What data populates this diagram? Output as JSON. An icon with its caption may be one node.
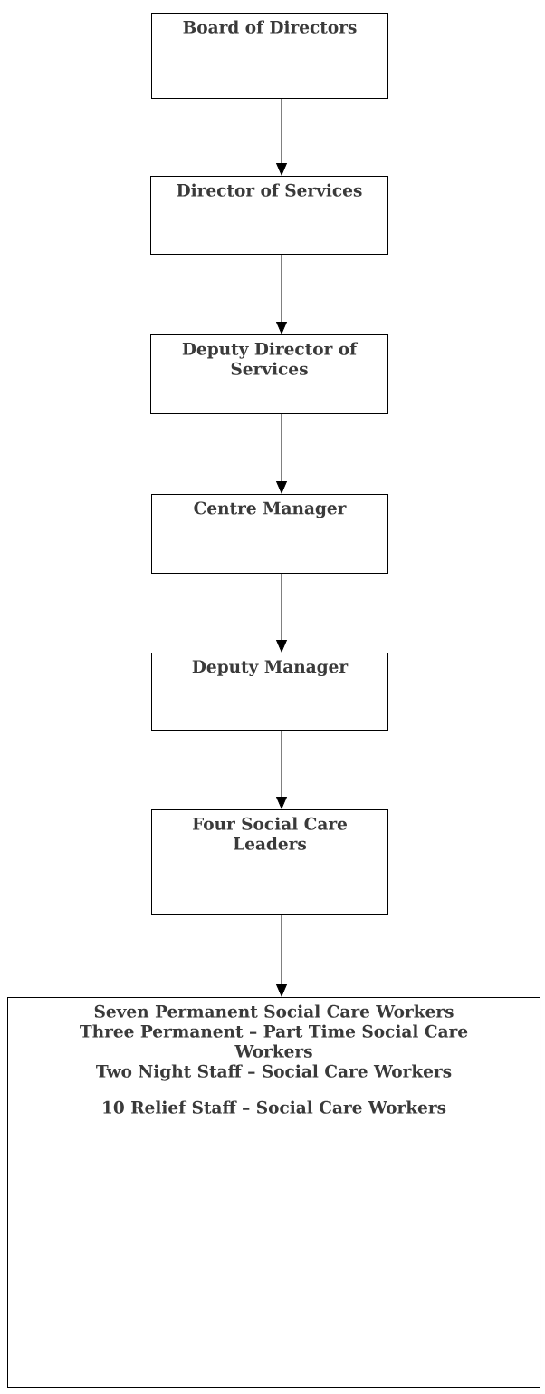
{
  "diagram": {
    "nodes": [
      {
        "text": [
          "Board of Directors"
        ]
      },
      {
        "text": [
          "Director of Services"
        ]
      },
      {
        "text": [
          "Deputy Director of Services"
        ]
      },
      {
        "text": [
          "Centre Manager"
        ]
      },
      {
        "text": [
          "Deputy Manager"
        ]
      },
      {
        "text": [
          "Four Social Care Leaders"
        ]
      },
      {
        "text": [
          "Seven Permanent Social Care Workers",
          "Three Permanent – Part Time Social Care Workers",
          "Two Night Staff – Social Care Workers",
          "10 Relief Staff – Social Care Workers"
        ]
      }
    ],
    "edges": [
      {
        "from": 0,
        "to": 1,
        "arrow": "to"
      },
      {
        "from": 1,
        "to": 2,
        "arrow": "to"
      },
      {
        "from": 2,
        "to": 3,
        "arrow": "to"
      },
      {
        "from": 3,
        "to": 4,
        "arrow": "to"
      },
      {
        "from": 4,
        "to": 5,
        "arrow": "to"
      },
      {
        "from": 5,
        "to": 6,
        "arrow": "to"
      }
    ]
  }
}
